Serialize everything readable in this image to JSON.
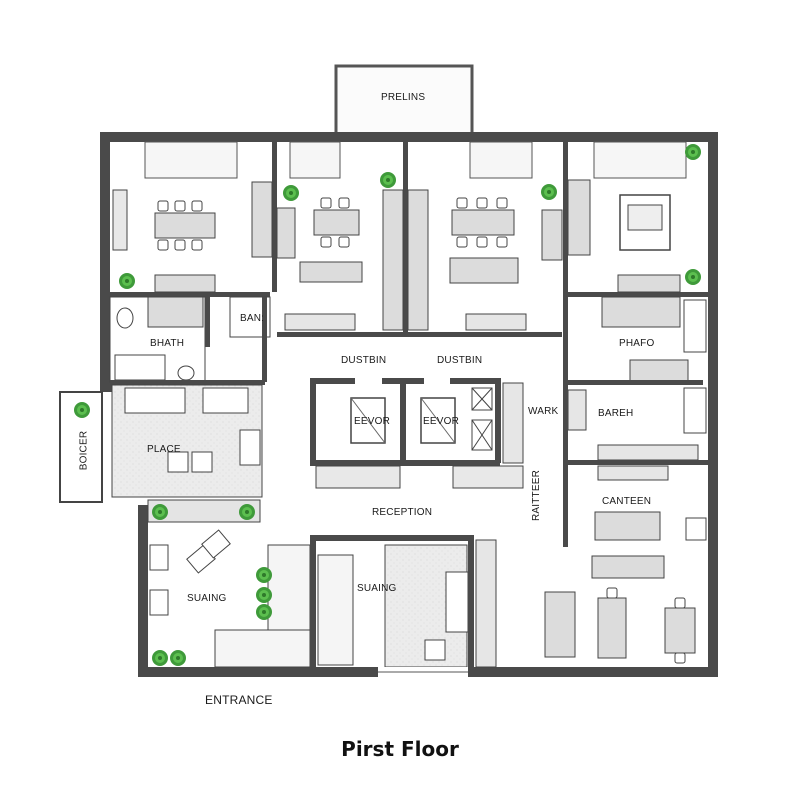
{
  "title": "Pirst Floor",
  "colors": {
    "wall": "#4a4a4a",
    "floor": "#ffffff",
    "shaded_floor": "#e6e6e6",
    "furniture": "#d9d9d9",
    "plant": "#3f9a3a",
    "line": "#333333"
  },
  "rooms": {
    "prelins": "PRELINS",
    "bath": "BHATH",
    "bans": "BAN:",
    "dustbin_left": "DUSTBIN",
    "dustbin_right": "DUSTBIN",
    "elevator_left": "EEVOR",
    "elevator_right": "EEVOR",
    "wark": "WARK",
    "reception": "RECEPTION",
    "raitteer": "RAITTEER",
    "phafo": "PHAFO",
    "bareh": "BAREH",
    "canteen": "CANTEEN",
    "place": "PLACE",
    "boiler": "BOICER",
    "suaing_left": "SUAING",
    "suaing_right": "SUAING",
    "entrance": "ENTRANCE"
  }
}
